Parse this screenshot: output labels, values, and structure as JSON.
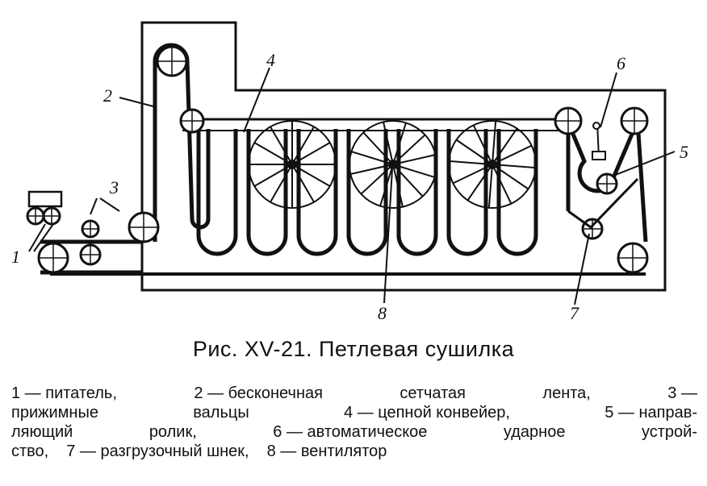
{
  "figure": {
    "labels": [
      "1",
      "2",
      "3",
      "4",
      "5",
      "6",
      "7",
      "8"
    ]
  },
  "caption": "Рис. XV-21. Петлевая сушилка",
  "legend": {
    "lines": [
      [
        "1 — питатель,",
        "2 — бесконечная",
        "сетчатая",
        "лента,",
        "3 —"
      ],
      [
        "прижимные",
        "вальцы",
        "4 — цепной конвейер,",
        "5 — направ-"
      ],
      [
        "ляющий",
        "ролик,",
        "6 — автоматическое",
        "ударное",
        "устрой-"
      ],
      [
        "ство,",
        "7 — разгрузочный шнек,",
        "8 — вентилятор"
      ]
    ]
  }
}
